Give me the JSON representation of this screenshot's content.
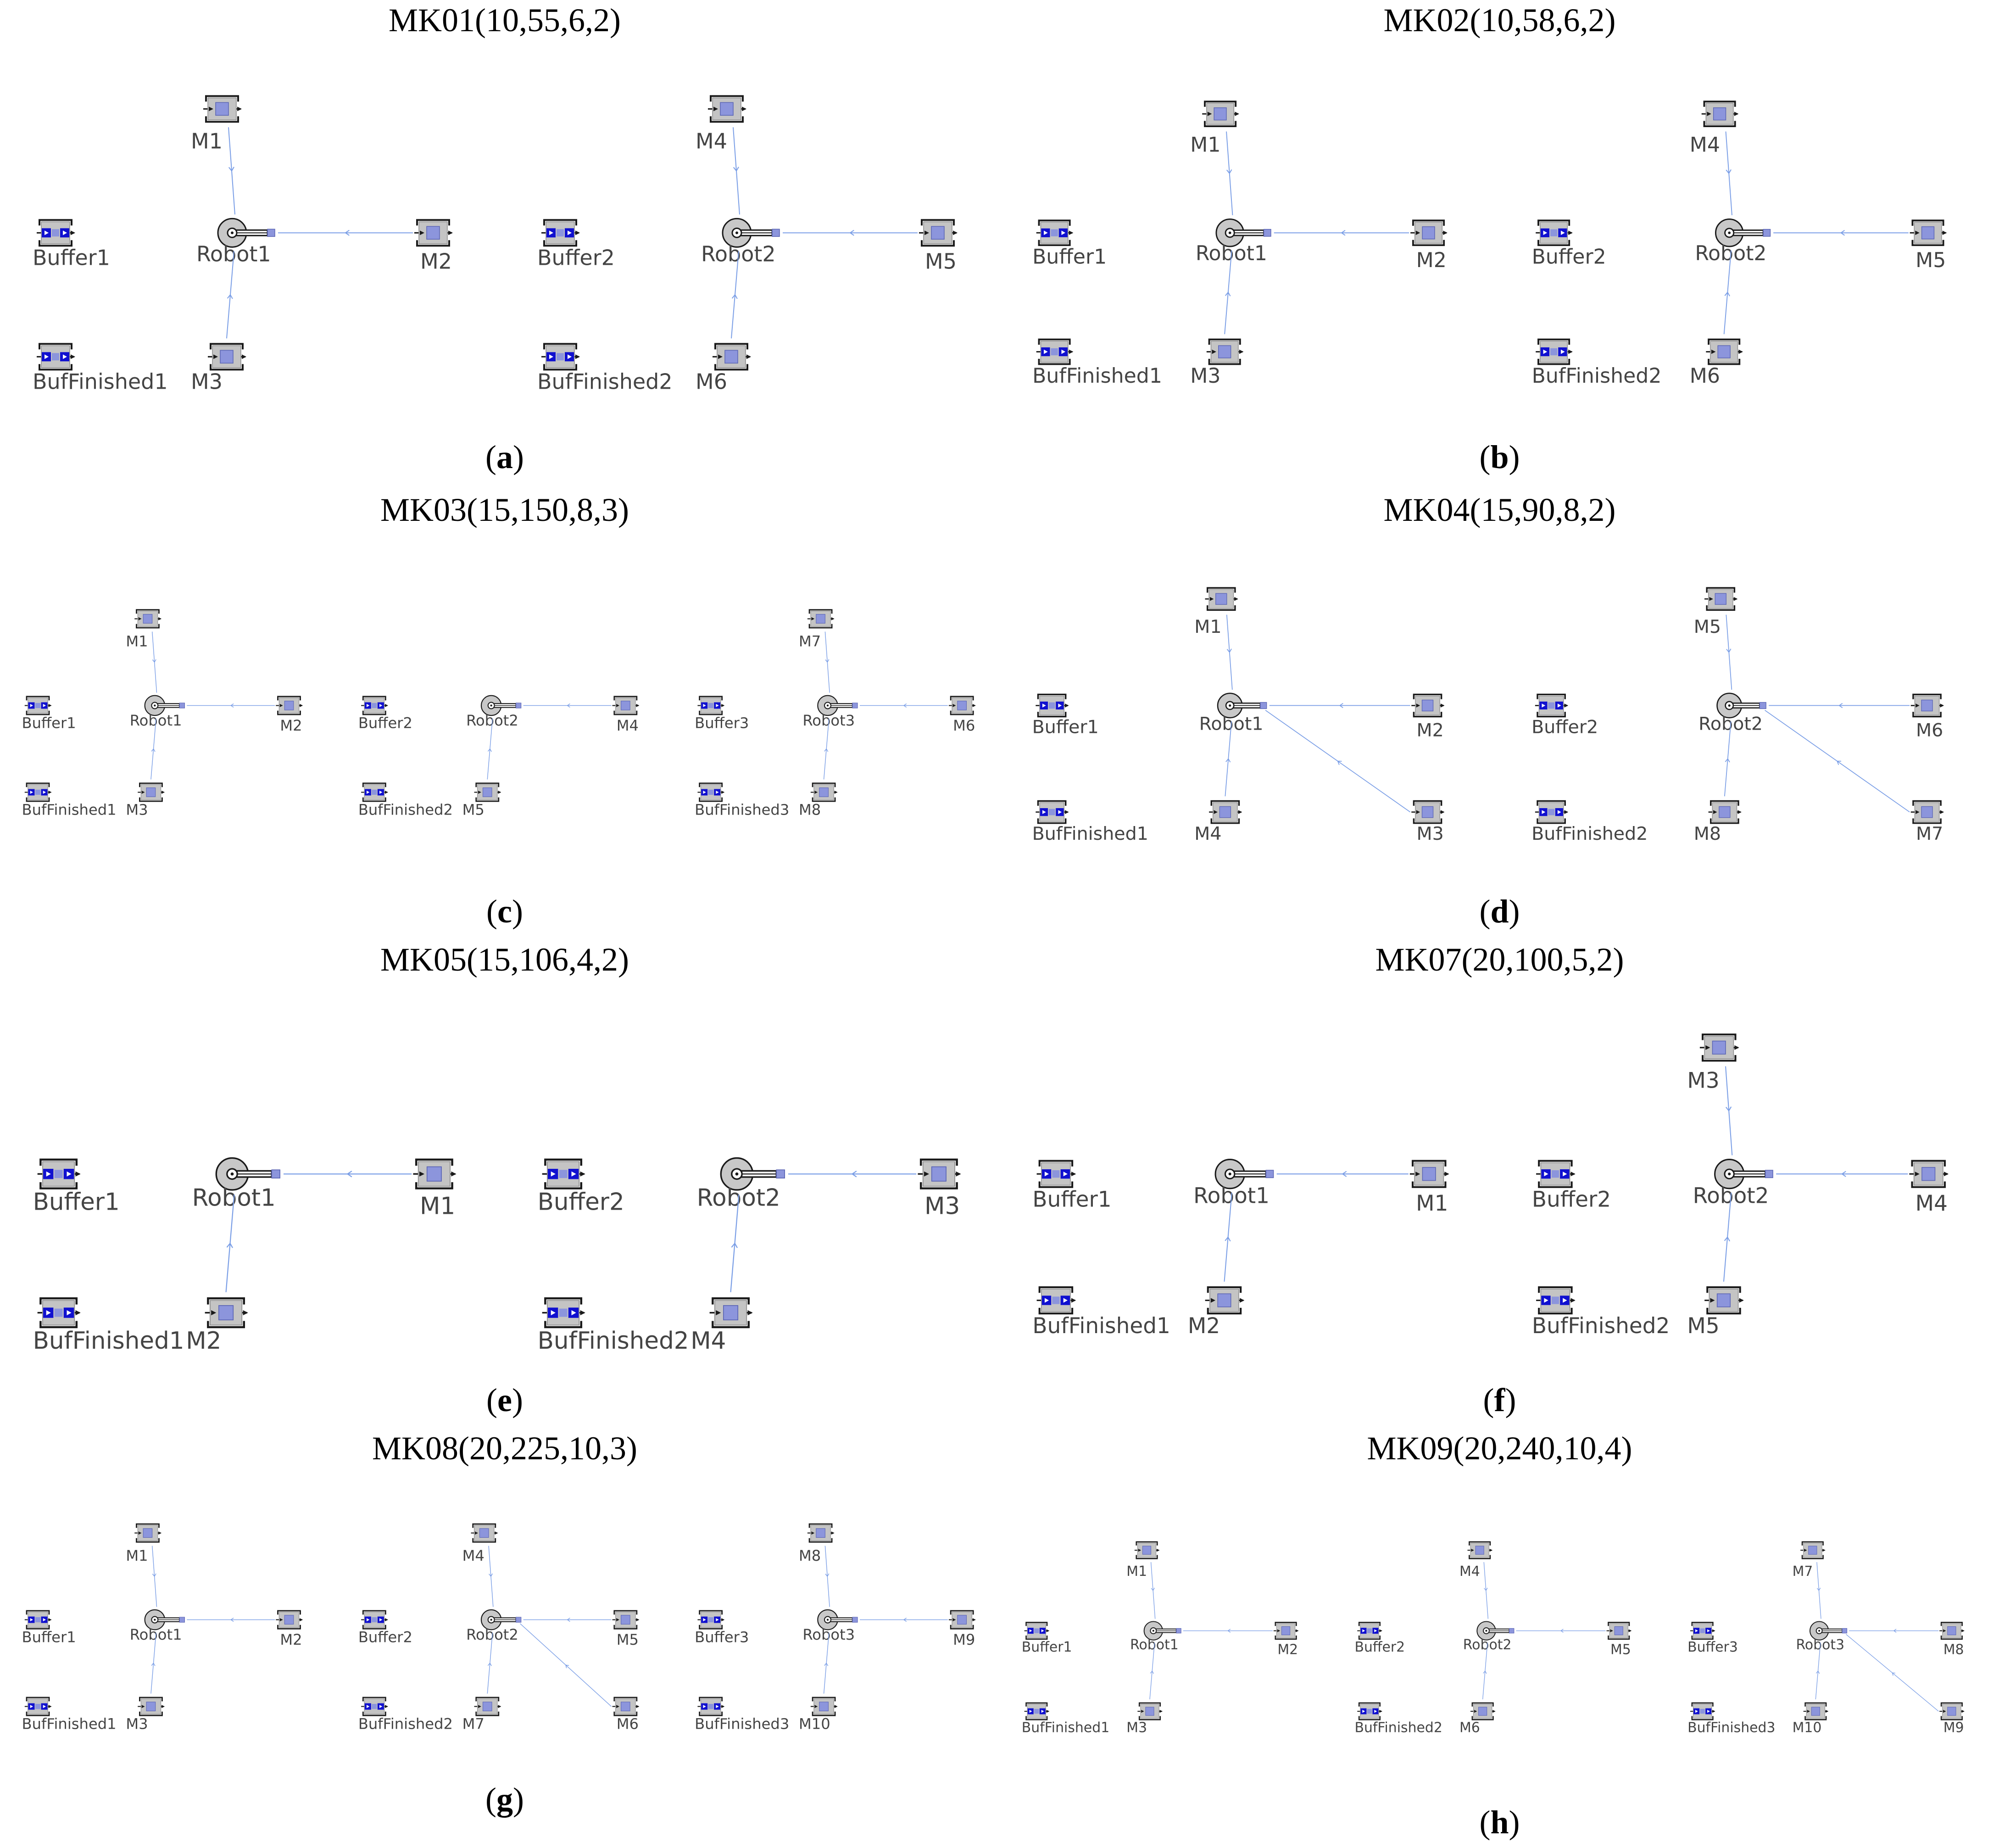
{
  "panels": [
    {
      "id": "a",
      "title": "MK01(10,55,6,2)",
      "caption_label": "a",
      "cells": [
        {
          "robot": "Robot1",
          "buffer": "Buffer1",
          "finished": "BufFinished1",
          "top": "M1",
          "right": "M2",
          "bottom": "M3"
        },
        {
          "robot": "Robot2",
          "buffer": "Buffer2",
          "finished": "BufFinished2",
          "top": "M4",
          "right": "M5",
          "bottom": "M6"
        }
      ]
    },
    {
      "id": "b",
      "title": "MK02(10,58,6,2)",
      "caption_label": "b",
      "cells": [
        {
          "robot": "Robot1",
          "buffer": "Buffer1",
          "finished": "BufFinished1",
          "top": "M1",
          "right": "M2",
          "bottom": "M3"
        },
        {
          "robot": "Robot2",
          "buffer": "Buffer2",
          "finished": "BufFinished2",
          "top": "M4",
          "right": "M5",
          "bottom": "M6"
        }
      ]
    },
    {
      "id": "c",
      "title": "MK03(15,150,8,3)",
      "caption_label": "c",
      "cells": [
        {
          "robot": "Robot1",
          "buffer": "Buffer1",
          "finished": "BufFinished1",
          "top": "M1",
          "right": "M2",
          "bottom": "M3"
        },
        {
          "robot": "Robot2",
          "buffer": "Buffer2",
          "finished": "BufFinished2",
          "right": "M4",
          "bottom": "M5"
        },
        {
          "robot": "Robot3",
          "buffer": "Buffer3",
          "finished": "BufFinished3",
          "top": "M7",
          "right": "M6",
          "bottom": "M8"
        }
      ]
    },
    {
      "id": "d",
      "title": "MK04(15,90,8,2)",
      "caption_label": "d",
      "cells": [
        {
          "robot": "Robot1",
          "buffer": "Buffer1",
          "finished": "BufFinished1",
          "top": "M1",
          "right": "M2",
          "bottom": "M4",
          "bottomright": "M3"
        },
        {
          "robot": "Robot2",
          "buffer": "Buffer2",
          "finished": "BufFinished2",
          "top": "M5",
          "right": "M6",
          "bottom": "M8",
          "bottomright": "M7"
        }
      ]
    },
    {
      "id": "e",
      "title": "MK05(15,106,4,2)",
      "caption_label": "e",
      "cells": [
        {
          "robot": "Robot1",
          "buffer": "Buffer1",
          "finished": "BufFinished1",
          "right": "M1",
          "bottom": "M2"
        },
        {
          "robot": "Robot2",
          "buffer": "Buffer2",
          "finished": "BufFinished2",
          "right": "M3",
          "bottom": "M4"
        }
      ]
    },
    {
      "id": "f",
      "title": "MK07(20,100,5,2)",
      "caption_label": "f",
      "cells": [
        {
          "robot": "Robot1",
          "buffer": "Buffer1",
          "finished": "BufFinished1",
          "right": "M1",
          "bottom": "M2"
        },
        {
          "robot": "Robot2",
          "buffer": "Buffer2",
          "finished": "BufFinished2",
          "top": "M3",
          "right": "M4",
          "bottom": "M5"
        }
      ]
    },
    {
      "id": "g",
      "title": "MK08(20,225,10,3)",
      "caption_label": "g",
      "cells": [
        {
          "robot": "Robot1",
          "buffer": "Buffer1",
          "finished": "BufFinished1",
          "top": "M1",
          "right": "M2",
          "bottom": "M3"
        },
        {
          "robot": "Robot2",
          "buffer": "Buffer2",
          "finished": "BufFinished2",
          "top": "M4",
          "right": "M5",
          "bottom": "M7",
          "bottomright": "M6"
        },
        {
          "robot": "Robot3",
          "buffer": "Buffer3",
          "finished": "BufFinished3",
          "top": "M8",
          "right": "M9",
          "bottom": "M10"
        }
      ]
    },
    {
      "id": "h",
      "title": "MK09(20,240,10,4)",
      "caption_label": "h",
      "cells": [
        {
          "robot": "Robot1",
          "buffer": "Buffer1",
          "finished": "BufFinished1",
          "top": "M1",
          "right": "M2",
          "bottom": "M3"
        },
        {
          "robot": "Robot2",
          "buffer": "Buffer2",
          "finished": "BufFinished2",
          "top": "M4",
          "right": "M5",
          "bottom": "M6"
        },
        {
          "robot": "Robot3",
          "buffer": "Buffer3",
          "finished": "BufFinished3",
          "top": "M7",
          "right": "M8",
          "bottom": "M10",
          "bottomright": "M9"
        }
      ]
    }
  ],
  "colors": {
    "frame": "#1a1a1a",
    "box": "#c4c4c4",
    "machine_square": "#8c95dc",
    "buffer_blue": "#1010d0",
    "robot_fill": "#c8c8c8",
    "link": "#7a9ee6"
  }
}
